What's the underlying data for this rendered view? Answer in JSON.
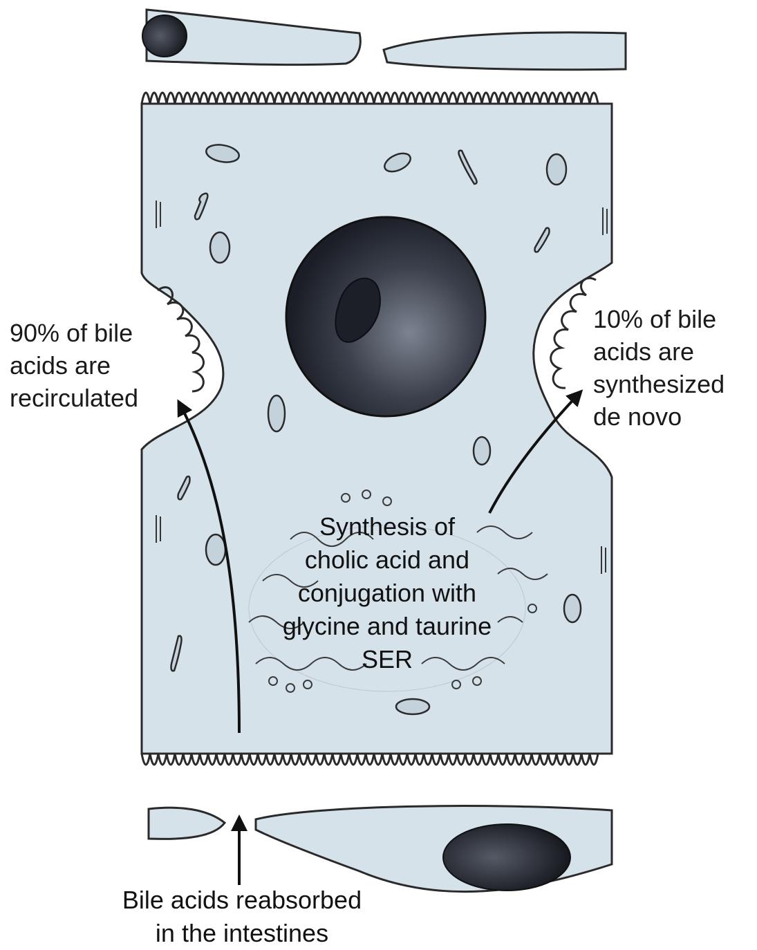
{
  "labels": {
    "left_recirculated": [
      "90% of bile",
      "acids are",
      "recirculated"
    ],
    "right_de_novo": [
      "10% of bile",
      "acids are",
      "synthesized",
      "de novo"
    ],
    "center_synthesis": [
      "Synthesis of",
      "cholic acid and",
      "conjugation with",
      "glycine and taurine"
    ],
    "organelle": "SER",
    "bottom_reabsorbed": [
      "Bile acids reabsorbed",
      "in the intestines"
    ]
  },
  "colors": {
    "cytoplasm": "#d6e2ea",
    "outline": "#2a2a2a",
    "nucleus": "#2e3340",
    "text": "#1a1a1a"
  }
}
